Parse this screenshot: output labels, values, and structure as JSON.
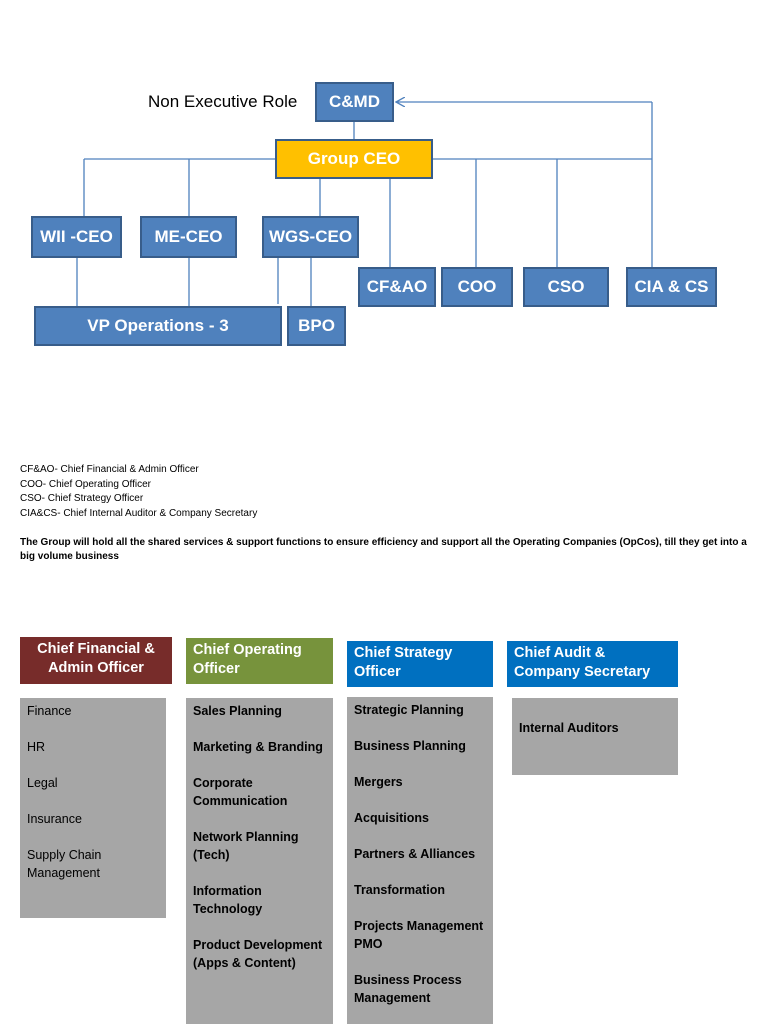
{
  "org_chart": {
    "non_exec_label": "Non Executive Role",
    "nodes": {
      "cmd": "C&MD",
      "group_ceo": "Group CEO",
      "wii_ceo": "WII -CEO",
      "me_ceo": "ME-CEO",
      "wgs_ceo": "WGS-CEO",
      "cfao": "CF&AO",
      "coo": "COO",
      "cso": "CSO",
      "cia_cs": "CIA & CS",
      "vp_ops": "VP Operations - 3",
      "bpo": "BPO"
    },
    "colors": {
      "node_fill": "#4f81bd",
      "node_border": "#385d8a",
      "ceo_fill": "#ffc000",
      "connector": "#4f81bd"
    }
  },
  "legend": [
    "CF&AO- Chief Financial & Admin Officer",
    "COO- Chief Operating Officer",
    "CSO- Chief Strategy Officer",
    "CIA&CS- Chief Internal  Auditor & Company Secretary"
  ],
  "note": "The Group will hold all the shared services  & support functions to ensure efficiency and support all the Operating Companies (OpCos), till they get into a big volume business",
  "columns": [
    {
      "title": "Chief Financial & Admin Officer",
      "color": "#772c2a",
      "items": [
        "Finance",
        "HR",
        "Legal",
        "Insurance",
        "Supply Chain Management"
      ]
    },
    {
      "title": "Chief Operating Officer",
      "color": "#77933c",
      "items": [
        "Sales Planning",
        "Marketing & Branding",
        "Corporate Communication",
        "Network Planning (Tech)",
        "Information Technology",
        "Product Development (Apps & Content)"
      ]
    },
    {
      "title": "Chief Strategy Officer",
      "color": "#0070c0",
      "items": [
        "Strategic Planning",
        "Business Planning",
        "Mergers",
        "Acquisitions",
        "Partners & Alliances",
        "Transformation",
        "Projects Management PMO",
        "Business Process Management"
      ]
    },
    {
      "title": "Chief Audit & Company Secretary",
      "color": "#0070c0",
      "items": [
        "Internal Auditors"
      ]
    }
  ]
}
